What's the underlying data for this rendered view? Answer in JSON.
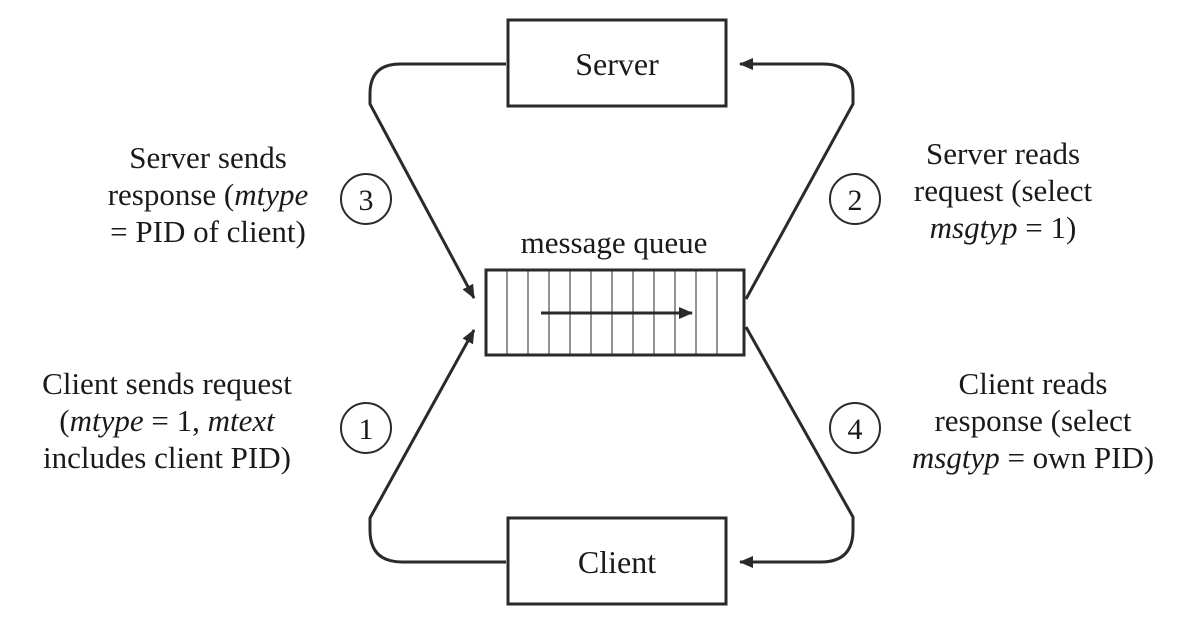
{
  "nodes": {
    "server": "Server",
    "client": "Client",
    "queue": "message queue"
  },
  "steps": [
    {
      "number": "1",
      "lines": [
        [
          {
            "t": "Client sends request"
          }
        ],
        [
          {
            "t": "("
          },
          {
            "t": "mtype",
            "i": true
          },
          {
            "t": " = 1, "
          },
          {
            "t": "mtext",
            "i": true
          }
        ],
        [
          {
            "t": "includes client PID)"
          }
        ]
      ]
    },
    {
      "number": "2",
      "lines": [
        [
          {
            "t": "Server reads"
          }
        ],
        [
          {
            "t": "request (select"
          }
        ],
        [
          {
            "t": "msgtyp",
            "i": true
          },
          {
            "t": " = 1)"
          }
        ]
      ]
    },
    {
      "number": "3",
      "lines": [
        [
          {
            "t": "Server sends"
          }
        ],
        [
          {
            "t": "response ("
          },
          {
            "t": "mtype",
            "i": true
          }
        ],
        [
          {
            "t": "= PID of client)"
          }
        ]
      ]
    },
    {
      "number": "4",
      "lines": [
        [
          {
            "t": "Client reads"
          }
        ],
        [
          {
            "t": "response (select"
          }
        ],
        [
          {
            "t": "msgtyp",
            "i": true
          },
          {
            "t": " = own PID)"
          }
        ]
      ]
    }
  ]
}
